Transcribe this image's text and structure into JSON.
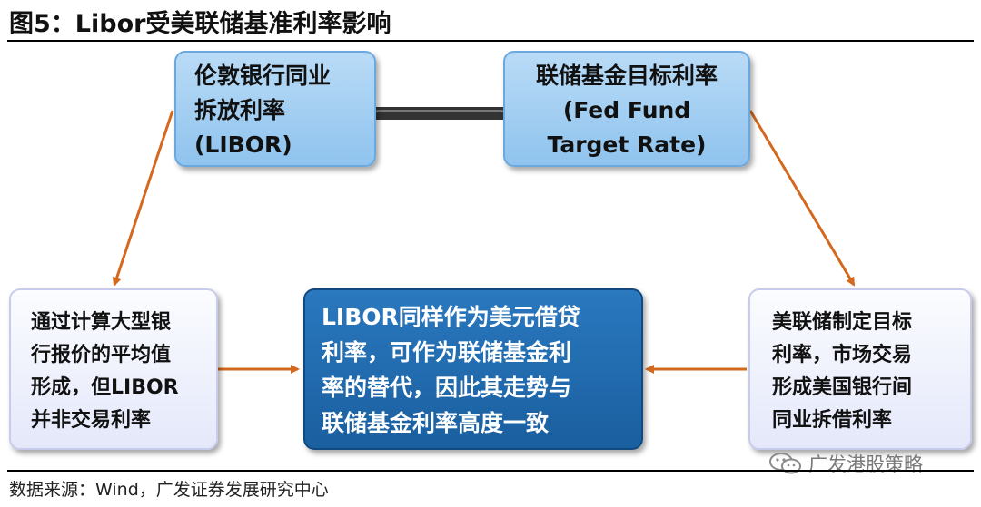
{
  "title": "图5：Libor受美联储基准利率影响",
  "nodes": {
    "libor": [
      "伦敦银行同业",
      "拆放利率",
      "(LIBOR)"
    ],
    "fed": [
      "联储基金目标利率",
      "(Fed Fund",
      "Target Rate)"
    ],
    "left": [
      "通过计算大型银",
      "行报价的平均值",
      "形成，但LIBOR",
      "并非交易利率"
    ],
    "center": [
      "LIBOR同样作为美元借贷",
      "利率，可作为联储基金利",
      "率的替代，因此其走势与",
      "联储基金利率高度一致"
    ],
    "right": [
      "美联储制定目标",
      "利率，市场交易",
      "形成美国银行间",
      "同业拆借利率"
    ]
  },
  "source": "数据来源：Wind，广发证券发展研究中心",
  "watermark": "广发港股策略",
  "colors": {
    "arrow": "#d2691e",
    "connector": "#333333",
    "blue_box": "#a6cff2",
    "center_box": "#1f6aaf",
    "pale_box": "#eef0fc"
  },
  "icons": [
    "wechat-icon"
  ]
}
